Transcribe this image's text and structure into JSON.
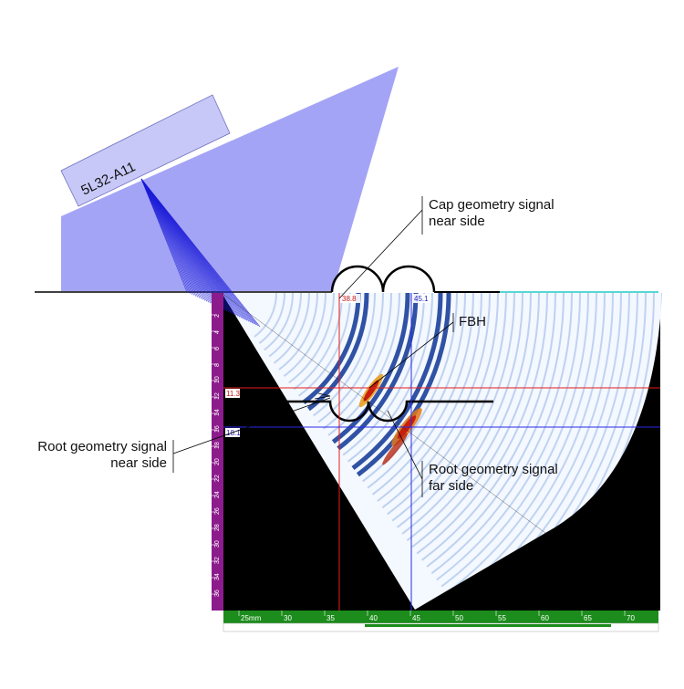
{
  "probe": {
    "label": "5L32-A11"
  },
  "annotations": {
    "cap_near": [
      "Cap geometry signal",
      "near side"
    ],
    "fbh": "FBH",
    "root_near": [
      "Root geometry signal",
      "near side"
    ],
    "root_far": [
      "Root geometry signal",
      "far side"
    ]
  },
  "cursors": {
    "ref_x": "38.8",
    "meas_x": "45.1",
    "ref_y": "11.3",
    "meas_y": "18.1"
  },
  "scales": {
    "horizontal_unit": "25mm",
    "horizontal_ticks": [
      "25mm",
      "30",
      "35",
      "40",
      "45",
      "50",
      "55",
      "60",
      "65",
      "70"
    ],
    "vertical_ticks": [
      "2",
      "4",
      "6",
      "8",
      "10",
      "12",
      "14",
      "16",
      "18",
      "20",
      "22",
      "24",
      "26",
      "28",
      "30",
      "32",
      "34",
      "36"
    ]
  },
  "colors": {
    "wedge": "#a4a4f6",
    "probe_face": "#c8c8f8",
    "beam": "#1c1cd8",
    "background": "#000000",
    "scan_fill": "#f4f8ff",
    "echo": "#2a5bb8",
    "hot": "#d23a10",
    "ref_cursor": "#e81c1c",
    "meas_cursor": "#2a2ae8",
    "vscale": "#8c1c8c",
    "hscale": "#1c8c1c"
  }
}
